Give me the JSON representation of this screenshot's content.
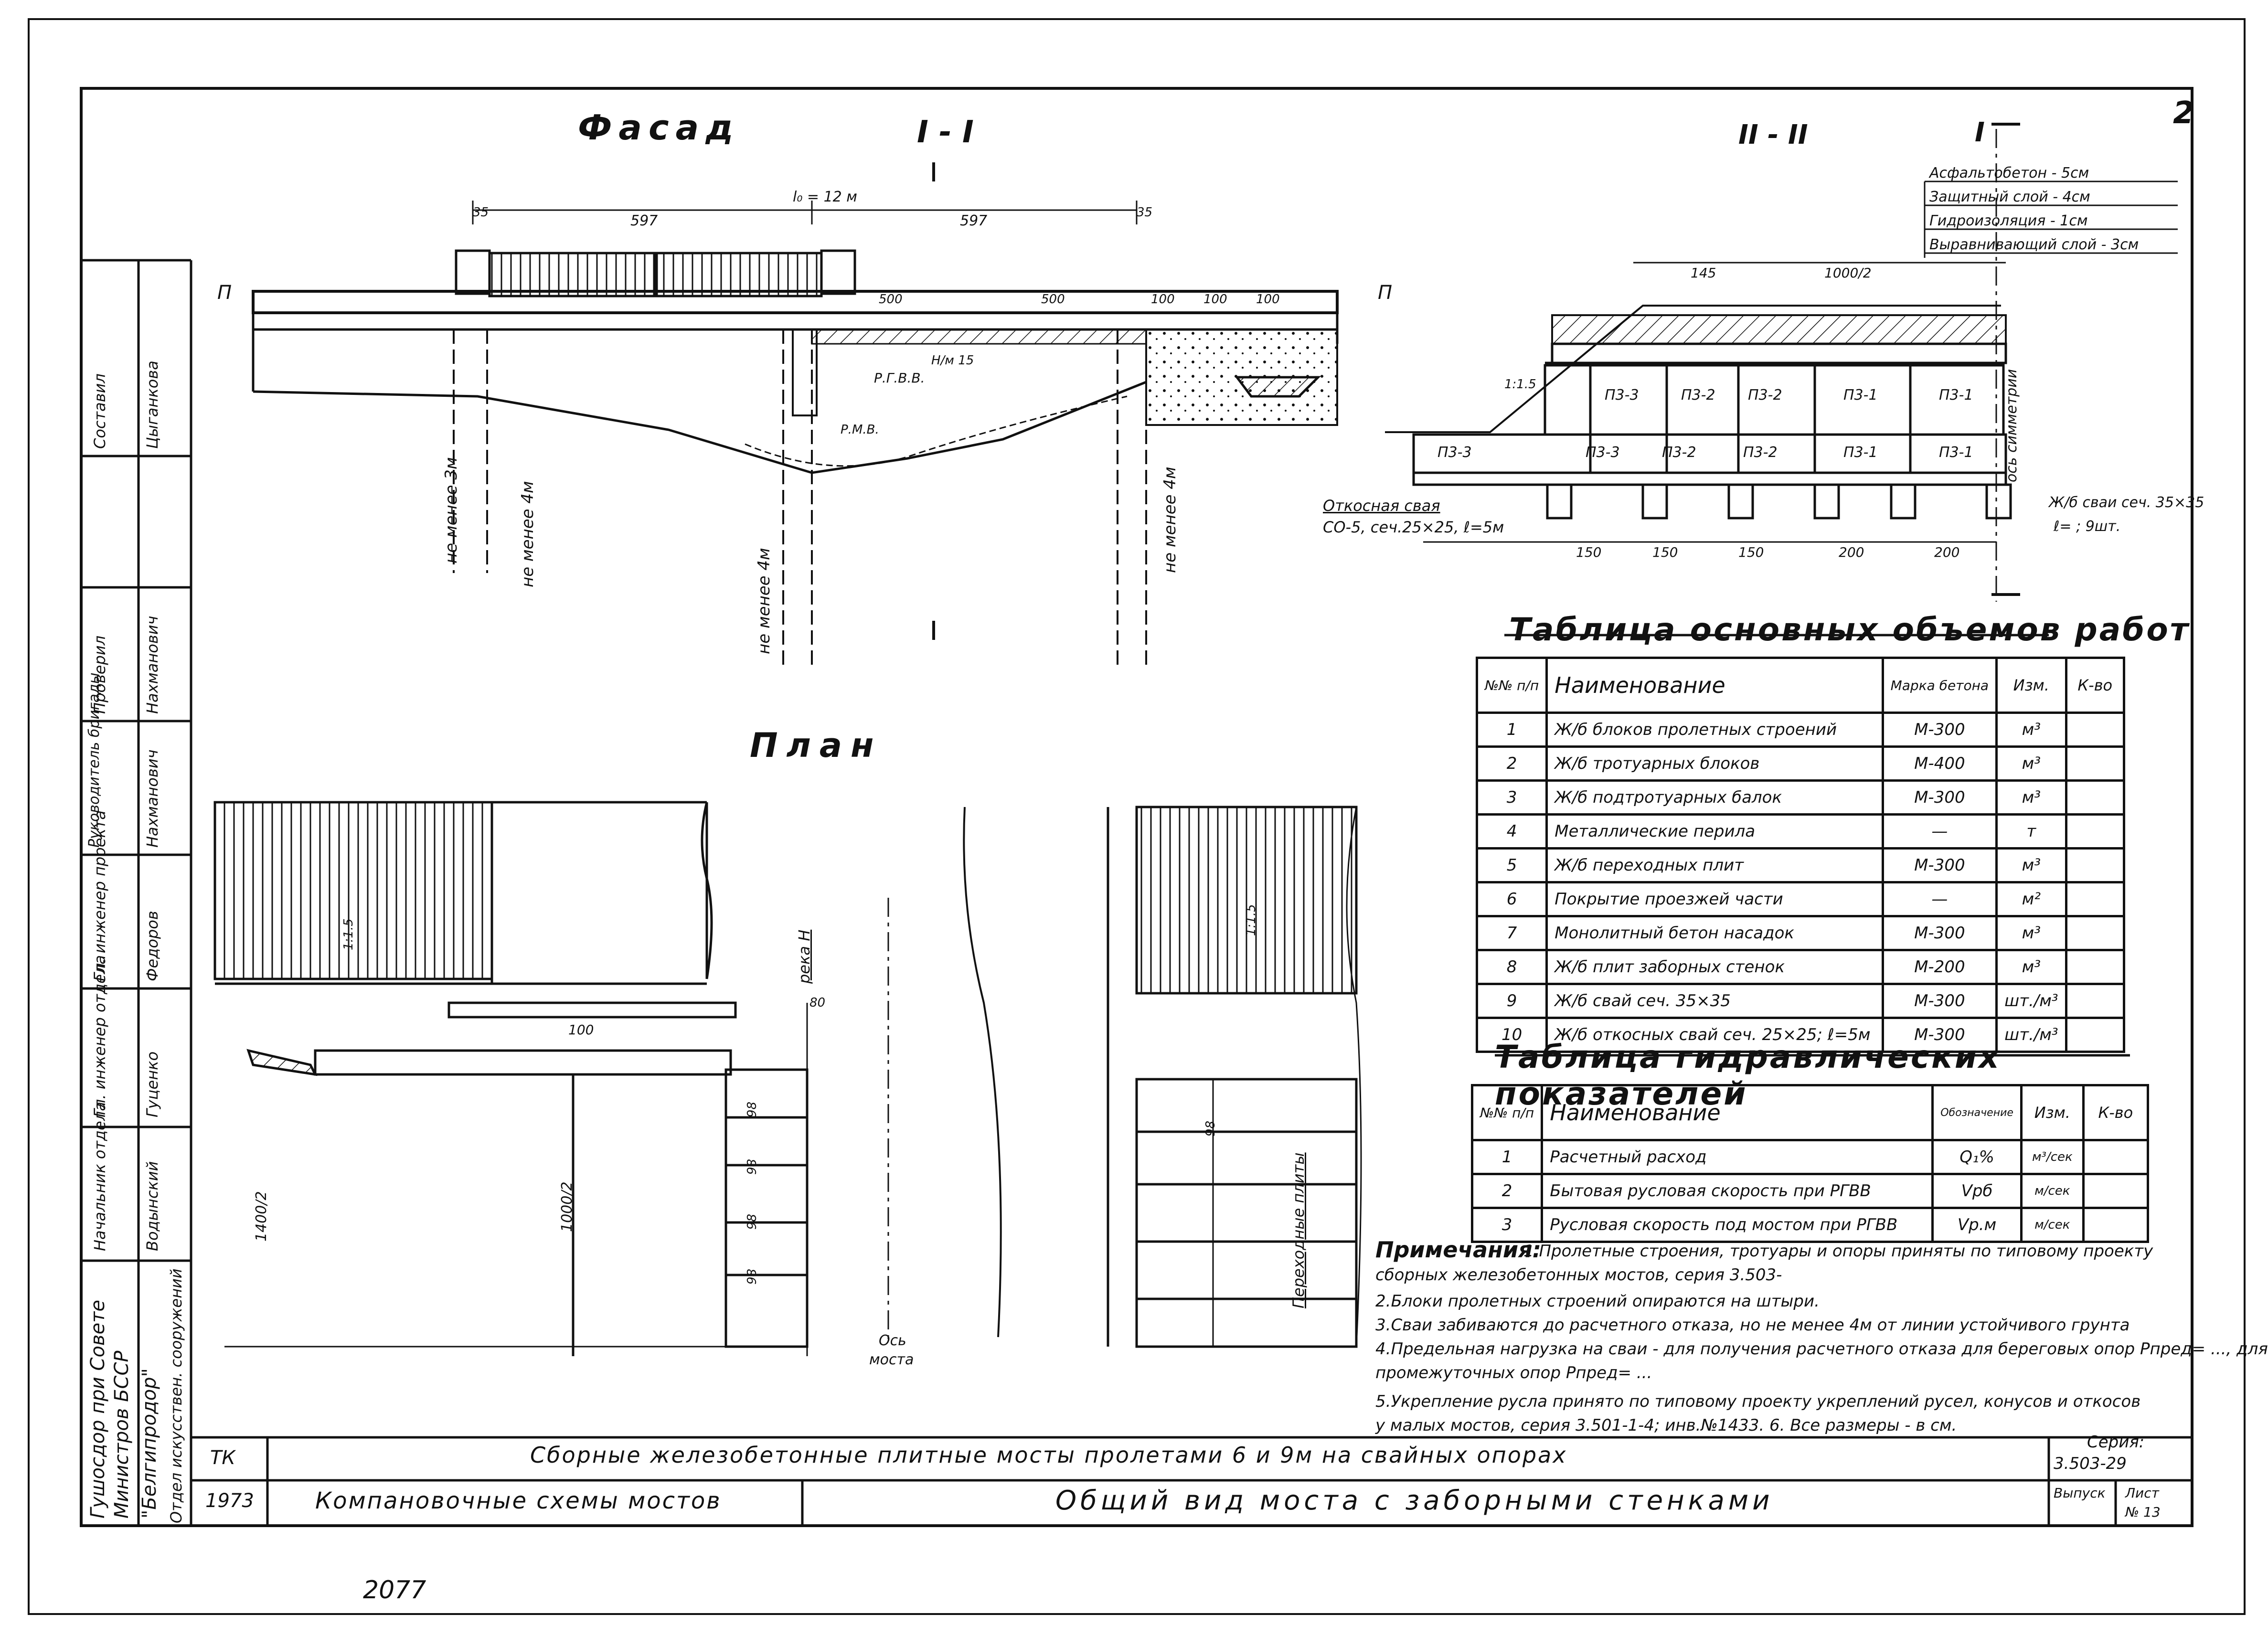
{
  "sheet_number": "2",
  "page_footer_number": "2077",
  "views": {
    "facade": "Фасад",
    "section_1": "I - I",
    "section_2": "II - II",
    "plan": "План"
  },
  "facade_labels": {
    "span": "l₀ = 12 м",
    "dim_left": "597",
    "dim_right": "597",
    "dim_35a": "35",
    "dim_35b": "35",
    "dim_500a": "500",
    "dim_500b": "500",
    "dim_100a": "100",
    "dim_100b": "100",
    "dim_100c": "100",
    "rgv": "Р.Г.В.В.",
    "hm15": "Н/м 15",
    "mv": "Р.М.В.",
    "depth_3m": "не менее 3м",
    "depth_4m_a": "не менее 4м",
    "depth_4m_b": "не менее 4м",
    "depth_4m_c": "не менее 4м",
    "letter_p_left": "П",
    "letter_p_right": "П"
  },
  "section_labels": {
    "layers": [
      "Асфальтобетон - 5см",
      "Защитный слой - 4см",
      "Гидроизоляция - 1см",
      "Выравнивающий слой - 3см"
    ],
    "dim_145": "145",
    "dim_half": "1000/2",
    "slope": "1:1.5",
    "slabs_top": [
      "П3-3",
      "П3-2",
      "П3-2",
      "П3-1",
      "П3-1"
    ],
    "slabs_bot": [
      "П3-3",
      "П3-3",
      "П3-2",
      "П3-2",
      "П3-1",
      "П3-1"
    ],
    "pile_note_1": "Откосная свая",
    "pile_note_2": "СО-5, сеч.25×25, ℓ=5м",
    "pile_right_1": "Ж/б сваи сеч. 35×35",
    "pile_right_2": "ℓ= ;  9шт.",
    "axis": "ось симметрии",
    "dims_bottom": [
      "150",
      "150",
      "150",
      "200",
      "200"
    ],
    "marker": "I"
  },
  "plan_labels": {
    "slope_a": "1:1.5",
    "slope_b": "1:1.5",
    "river": "река Н",
    "dim_100": "100",
    "dim_80": "80",
    "half_1400": "1400/2",
    "half_1000": "1000/2",
    "bridge_axis_1": "Ось",
    "bridge_axis_2": "моста",
    "transition": "Переходные плиты",
    "dims_98": [
      "98",
      "98",
      "98",
      "98",
      "98"
    ]
  },
  "works_table": {
    "title": "Таблица основных объемов работ",
    "headers": [
      "№№ п/п",
      "Наименование",
      "Марка бетона",
      "Изм.",
      "К-во"
    ],
    "rows": [
      [
        "1",
        "Ж/б блоков пролетных строений",
        "М-300",
        "м³",
        ""
      ],
      [
        "2",
        "Ж/б тротуарных блоков",
        "М-400",
        "м³",
        ""
      ],
      [
        "3",
        "Ж/б подтротуарных балок",
        "М-300",
        "м³",
        ""
      ],
      [
        "4",
        "Металлические перила",
        "—",
        "т",
        ""
      ],
      [
        "5",
        "Ж/б переходных плит",
        "М-300",
        "м³",
        ""
      ],
      [
        "6",
        "Покрытие проезжей части",
        "—",
        "м²",
        ""
      ],
      [
        "7",
        "Монолитный бетон насадок",
        "М-300",
        "м³",
        ""
      ],
      [
        "8",
        "Ж/б плит заборных стенок",
        "М-200",
        "м³",
        ""
      ],
      [
        "9",
        "Ж/б свай сеч. 35×35",
        "М-300",
        "шт./м³",
        ""
      ],
      [
        "10",
        "Ж/б откосных свай сеч. 25×25; ℓ=5м",
        "М-300",
        "шт./м³",
        ""
      ]
    ]
  },
  "hydro_table": {
    "title": "Таблица гидравлических показателей",
    "headers": [
      "№№ п/п",
      "Наименование",
      "Обозначение",
      "Изм.",
      "К-во"
    ],
    "rows": [
      [
        "1",
        "Расчетный расход",
        "Q₁%",
        "м³/сек",
        ""
      ],
      [
        "2",
        "Бытовая русловая скорость при РГВВ",
        "Vрб",
        "м/сек",
        ""
      ],
      [
        "3",
        "Русловая скорость под мостом при РГВВ",
        "Vр.м",
        "м/сек",
        ""
      ]
    ]
  },
  "notes": {
    "heading": "Примечания:",
    "lines": [
      "1.Пролетные строения, тротуары и опоры приняты по типовому проекту",
      "сборных железобетонных мостов, серия 3.503-",
      "2.Блоки пролетных строений опираются на штыри.",
      "3.Сваи забиваются до расчетного отказа, но не менее 4м от линии устойчивого грунта",
      "4.Предельная нагрузка на сваи - для получения расчетного отказа для береговых опор Pпред= ..., для",
      "промежуточных опор Pпред= ...",
      "5.Укрепление русла принято по типовому проекту укреплений русел, конусов и откосов",
      "у малых мостов, серия 3.501-1-4; инв.№1433.      6. Все размеры - в см."
    ]
  },
  "stamp": {
    "org_lines": [
      "Гушосдор при Совете",
      "Министров БССР",
      "\"Белгипродор\"",
      "Отдел искусствен. сооружений"
    ],
    "roles": [
      {
        "role": "Начальник отдела",
        "name": "Водынский"
      },
      {
        "role": "Гл. инженер отдела",
        "name": "Гуценко"
      },
      {
        "role": "Гл. инженер проекта",
        "name": "Федоров"
      },
      {
        "role": "Руководитель бригады",
        "name": "Нахманович"
      },
      {
        "role": "Проверил",
        "name": "Нахманович"
      },
      {
        "role": "Составил",
        "name": "Цыганкова"
      }
    ],
    "tk": "ТК",
    "year": "1973",
    "main_title": "Сборные железобетонные плитные мосты пролетами 6 и 9м на свайных опорах",
    "sub_left": "Компановочные схемы мостов",
    "sub_right": "Общий вид моста с заборными стенками",
    "series_label": "Серия:",
    "series_value": "3.503-29",
    "issue_label": "Выпуск",
    "sheet_label": "Лист",
    "sheet_value": "№ 13"
  }
}
